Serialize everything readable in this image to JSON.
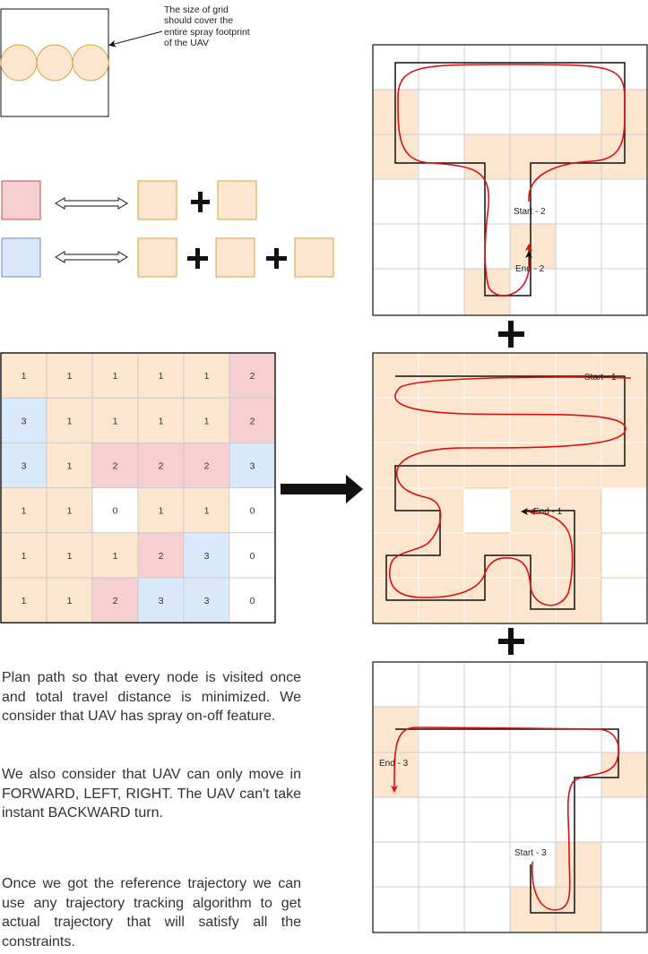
{
  "note": "The size of grid should cover the entire spray footprint of the UAV",
  "grid": {
    "values": [
      [
        "1",
        "1",
        "1",
        "1",
        "1",
        "2"
      ],
      [
        "3",
        "1",
        "1",
        "1",
        "1",
        "2"
      ],
      [
        "3",
        "1",
        "2",
        "2",
        "2",
        "3"
      ],
      [
        "1",
        "1",
        "0",
        "1",
        "1",
        "0"
      ],
      [
        "1",
        "1",
        "1",
        "2",
        "3",
        "0"
      ],
      [
        "1",
        "1",
        "2",
        "3",
        "3",
        "0"
      ]
    ]
  },
  "panels": {
    "top": {
      "start": "Start - 2",
      "end": "End - 2"
    },
    "middle": {
      "start": "Start - 1",
      "end": "End - 1"
    },
    "bottom": {
      "start": "Start - 3",
      "end": "End - 3"
    }
  },
  "paragraphs": [
    "Plan path so that every node is visited once and total travel distance is minimized. We consider that UAV has spray on-off feature.",
    "We also consider that UAV can only move in FORWARD, LEFT, RIGHT. The UAV can't take instant BACKWARD turn.",
    "Once we got the reference trajectory we can use any trajectory tracking algorithm to get actual trajectory that will satisfy all the constraints."
  ],
  "colors": {
    "orange_fill": "#fde6cf",
    "orange_stroke": "#d9a441",
    "pink_fill": "#f6cfd1",
    "pink_stroke": "#b85450",
    "blue_fill": "#dae8fc",
    "blue_stroke": "#6c8ebf",
    "path_red": "#e01010",
    "grid_line": "#cfcfcf"
  }
}
